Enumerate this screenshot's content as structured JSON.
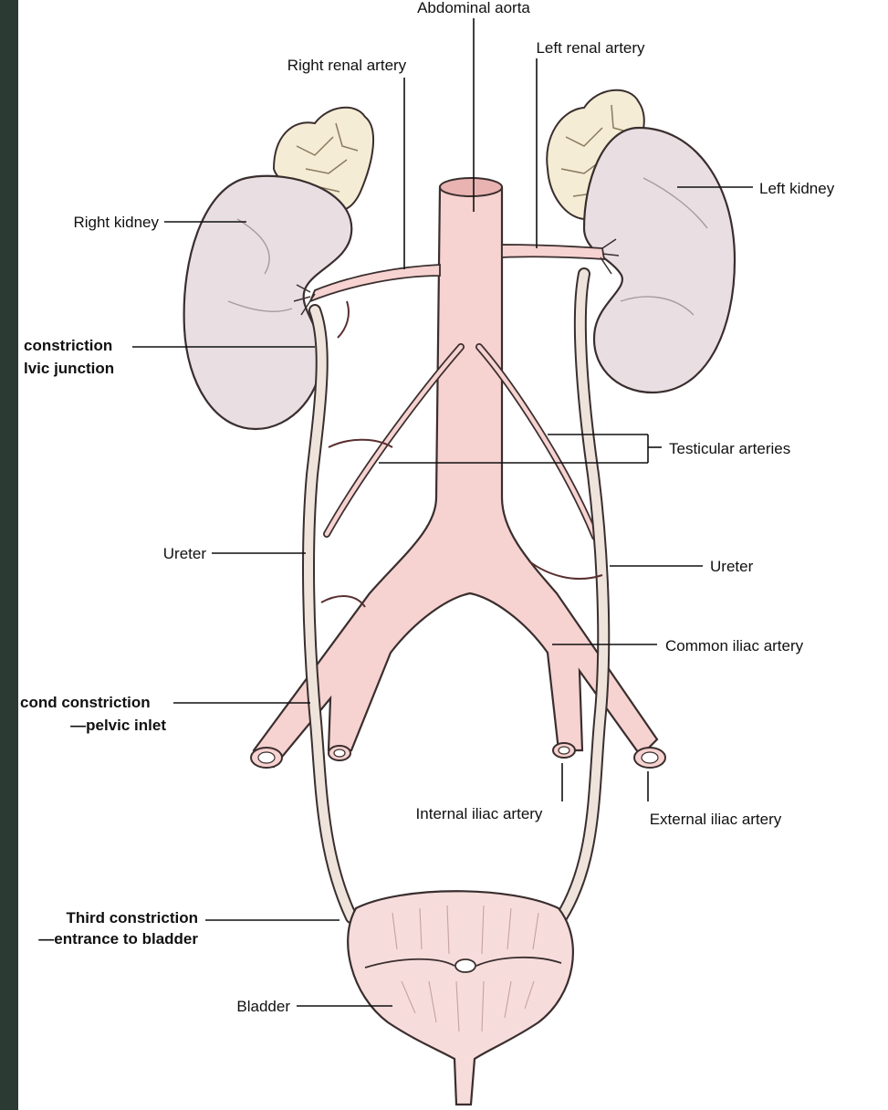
{
  "colors": {
    "sidebar": "#2b3a33",
    "kidney": "#e9dfe3",
    "kidney_outline": "#3a2e2e",
    "adrenal": "#f4ecd4",
    "artery": "#f6d2d0",
    "artery_dark": "#e9b3b1",
    "ureter": "#efe4dc",
    "vein_line": "#5a2f2f",
    "bladder": "#f7dcdc"
  },
  "labels": {
    "abdominal_aorta": "Abdominal aorta",
    "right_renal_artery": "Right renal artery",
    "left_renal_artery": "Left renal artery",
    "right_kidney": "Right kidney",
    "left_kidney": "Left kidney",
    "first_constriction_line1": "constriction",
    "first_constriction_line2": "lvic junction",
    "testicular_arteries": "Testicular arteries",
    "ureter_left_side": "Ureter",
    "ureter_right_side": "Ureter",
    "common_iliac_artery": "Common iliac artery",
    "second_constriction_line1": "cond constriction",
    "second_constriction_line2": "—pelvic inlet",
    "internal_iliac_artery": "Internal iliac artery",
    "external_iliac_artery": "External iliac artery",
    "third_constriction_line1": "Third constriction",
    "third_constriction_line2": "—entrance to bladder",
    "bladder": "Bladder"
  }
}
